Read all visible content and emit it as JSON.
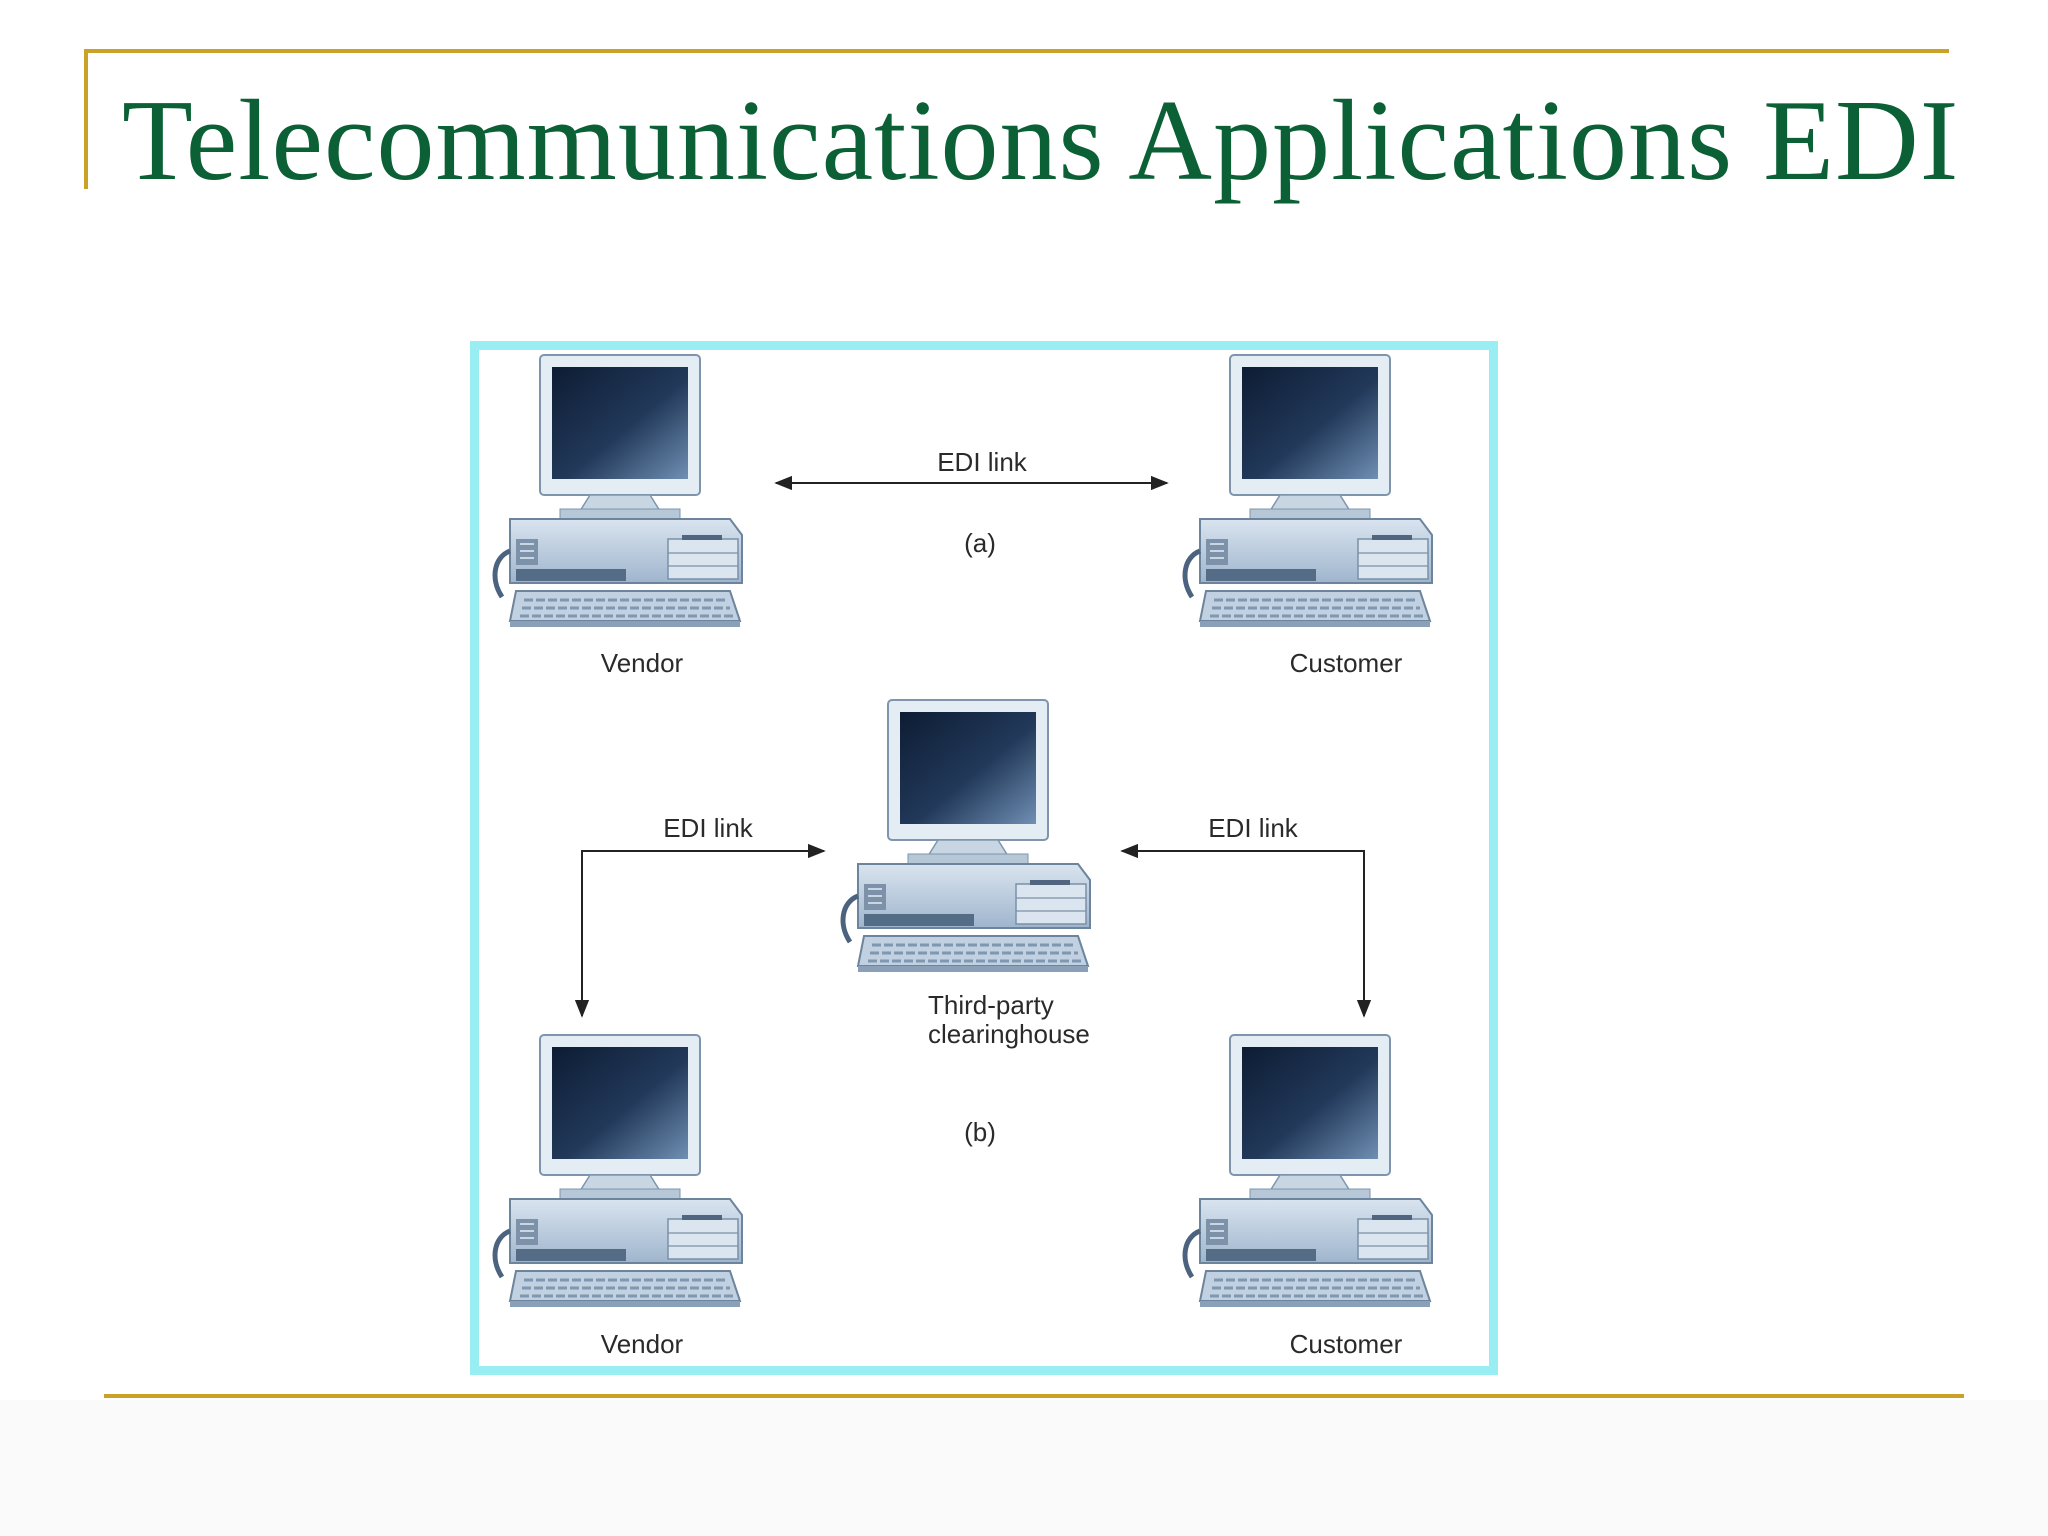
{
  "slide": {
    "title": "Telecommunications Applications EDI",
    "accent_color": "#c9a227",
    "title_color": "#0b6035",
    "frame_color": "#98eef2"
  },
  "diagram": {
    "part_a": {
      "caption": "(a)",
      "link_label": "EDI link",
      "left_node": "Vendor",
      "right_node": "Customer"
    },
    "part_b": {
      "caption": "(b)",
      "left_link_label": "EDI link",
      "right_link_label": "EDI link",
      "center_node_line1": "Third-party",
      "center_node_line2": "clearinghouse",
      "left_node": "Vendor",
      "right_node": "Customer"
    },
    "node_icon": "desktop-computer-icon"
  }
}
